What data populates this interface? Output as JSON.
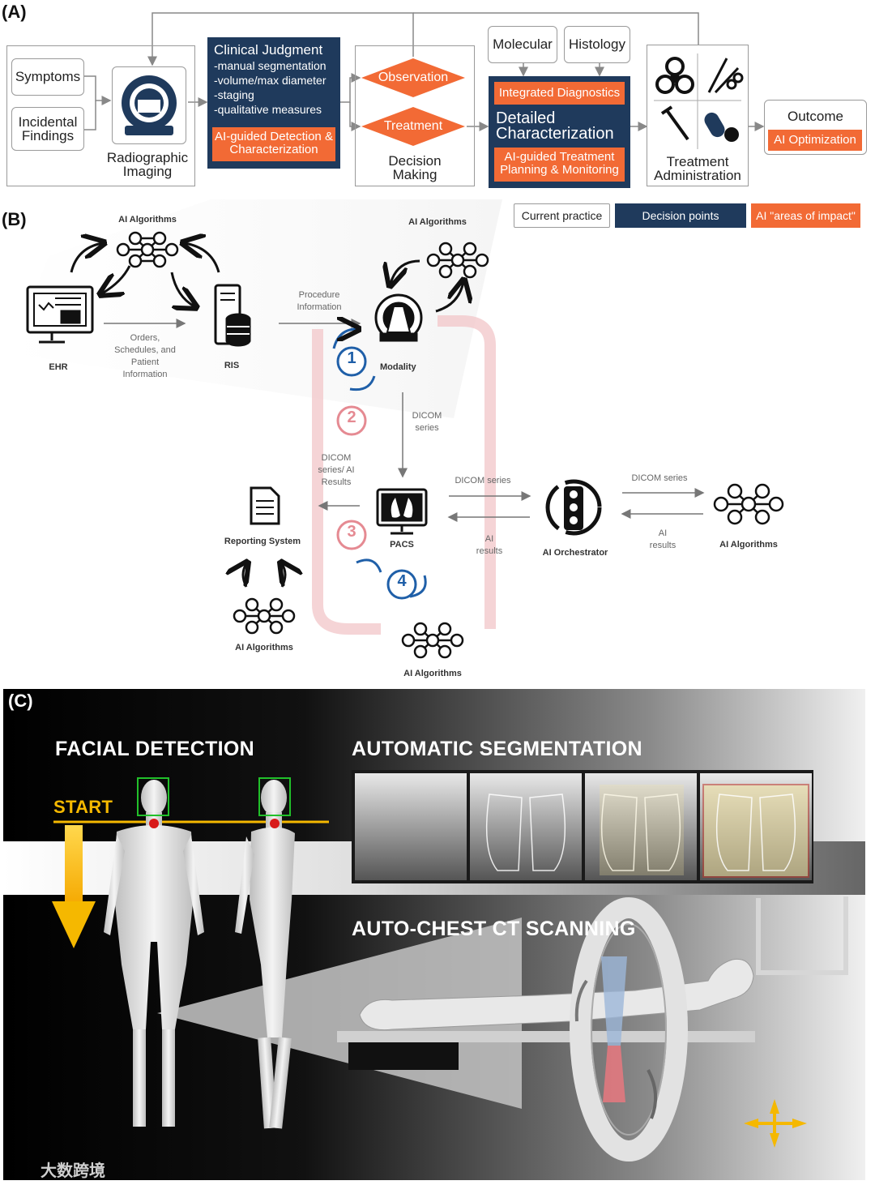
{
  "panel_a": {
    "label": "(A)",
    "symptoms": "Symptoms",
    "incidental_findings": "Incidental Findings",
    "radiographic_imaging": "Radiographic Imaging",
    "clinical_judgment": {
      "title": "Clinical Judgment",
      "lines": [
        "-manual segmentation",
        "-volume/max diameter",
        "-staging",
        "-qualitative measures"
      ],
      "ai": "AI-guided Detection & Characterization"
    },
    "observation": "Observation",
    "treatment": "Treatment",
    "decision_making": "Decision Making",
    "molecular": "Molecular",
    "histology": "Histology",
    "integrated_diagnostics": "Integrated Diagnostics",
    "detailed_characterization": "Detailed Characterization",
    "ai_treatment_planning": "AI-guided Treatment Planning & Monitoring",
    "treatment_administration": "Treatment Administration",
    "outcome": "Outcome",
    "ai_optimization": "AI Optimization",
    "legend": {
      "current_practice": "Current practice",
      "decision_points": "Decision points",
      "areas_of_impact": "AI \"areas of impact\""
    }
  },
  "panel_b": {
    "label": "(B)",
    "ai_algorithms": "AI Algorithms",
    "ehr": "EHR",
    "ris": "RIS",
    "orders": "Orders, Schedules, and Patient Information",
    "procedure_information": "Procedure Information",
    "modality": "Modality",
    "dicom_series_vertical": "DICOM series",
    "dicom_series_ai_results": "DICOM series/ AI Results",
    "pacs": "PACS",
    "reporting_system": "Reporting System",
    "dicom_series_h1": "DICOM series",
    "ai_results_h1": "AI results",
    "ai_orchestrator": "AI Orchestrator",
    "dicom_series_h2": "DICOM series",
    "ai_results_h2": "AI results",
    "steps": [
      "1",
      "2",
      "3",
      "4"
    ]
  },
  "panel_c": {
    "label": "(C)",
    "facial_detection": "FACIAL DETECTION",
    "start": "START",
    "automatic_segmentation": "AUTOMATIC SEGMENTATION",
    "auto_chest_ct": "AUTO-CHEST CT SCANNING",
    "watermark": "大数跨境"
  },
  "colors": {
    "navy": "#1f3a5c",
    "orange": "#f26a35",
    "step_blue": "#1f5fa8",
    "step_pink": "#e58a92",
    "start_yellow": "#f5b800",
    "detect_green": "#21c02a"
  },
  "icons": [
    "mri-scanner-icon",
    "biohazard-icon",
    "surgical-tools-icon",
    "syringe-icon",
    "pill-icon",
    "neural-network-icon",
    "ehr-monitor-icon",
    "server-database-icon",
    "modality-scanner-icon",
    "pacs-monitor-icon",
    "document-icon",
    "traffic-light-orchestrator-icon",
    "cycle-arrow-icon",
    "move-arrows-icon"
  ]
}
